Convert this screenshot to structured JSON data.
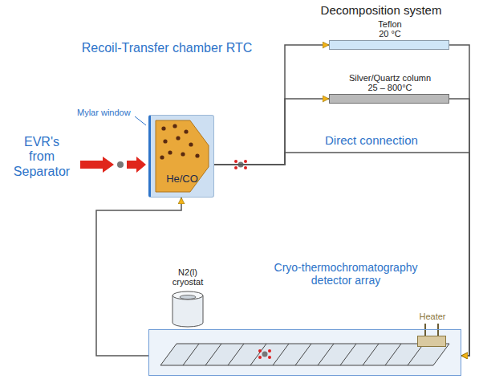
{
  "diagram": {
    "nodes": [
      {
        "text": [
          "Recoil-Transfer chamber RTC"
        ]
      },
      {
        "text": [
          "He/CO"
        ],
        "in": 0
      },
      {
        "text": [
          "Teflon 20 °C"
        ]
      },
      {
        "text": [
          "Silver/Quartz column 25 – 800°C"
        ]
      },
      {
        "text": [
          "Cryo-thermochromatography detector array"
        ]
      },
      {
        "text": [
          "N2(l) cryostat"
        ]
      },
      {
        "text": [
          "Heater"
        ]
      }
    ],
    "edges": [
      {
        "from": 0,
        "to": 2,
        "arrow": "to"
      },
      {
        "from": 0,
        "to": 3,
        "arrow": "to"
      },
      {
        "from": 0,
        "to": 4,
        "label": "Direct connection",
        "arrow": "to"
      },
      {
        "from": 2,
        "to": 4,
        "arrow": "to"
      },
      {
        "from": 3,
        "to": 4,
        "arrow": "to"
      },
      {
        "from": 4,
        "to": 0,
        "arrow": "to"
      }
    ],
    "labels": [
      "Decomposition system",
      "EVR's from Separator",
      "Mylar window"
    ]
  }
}
